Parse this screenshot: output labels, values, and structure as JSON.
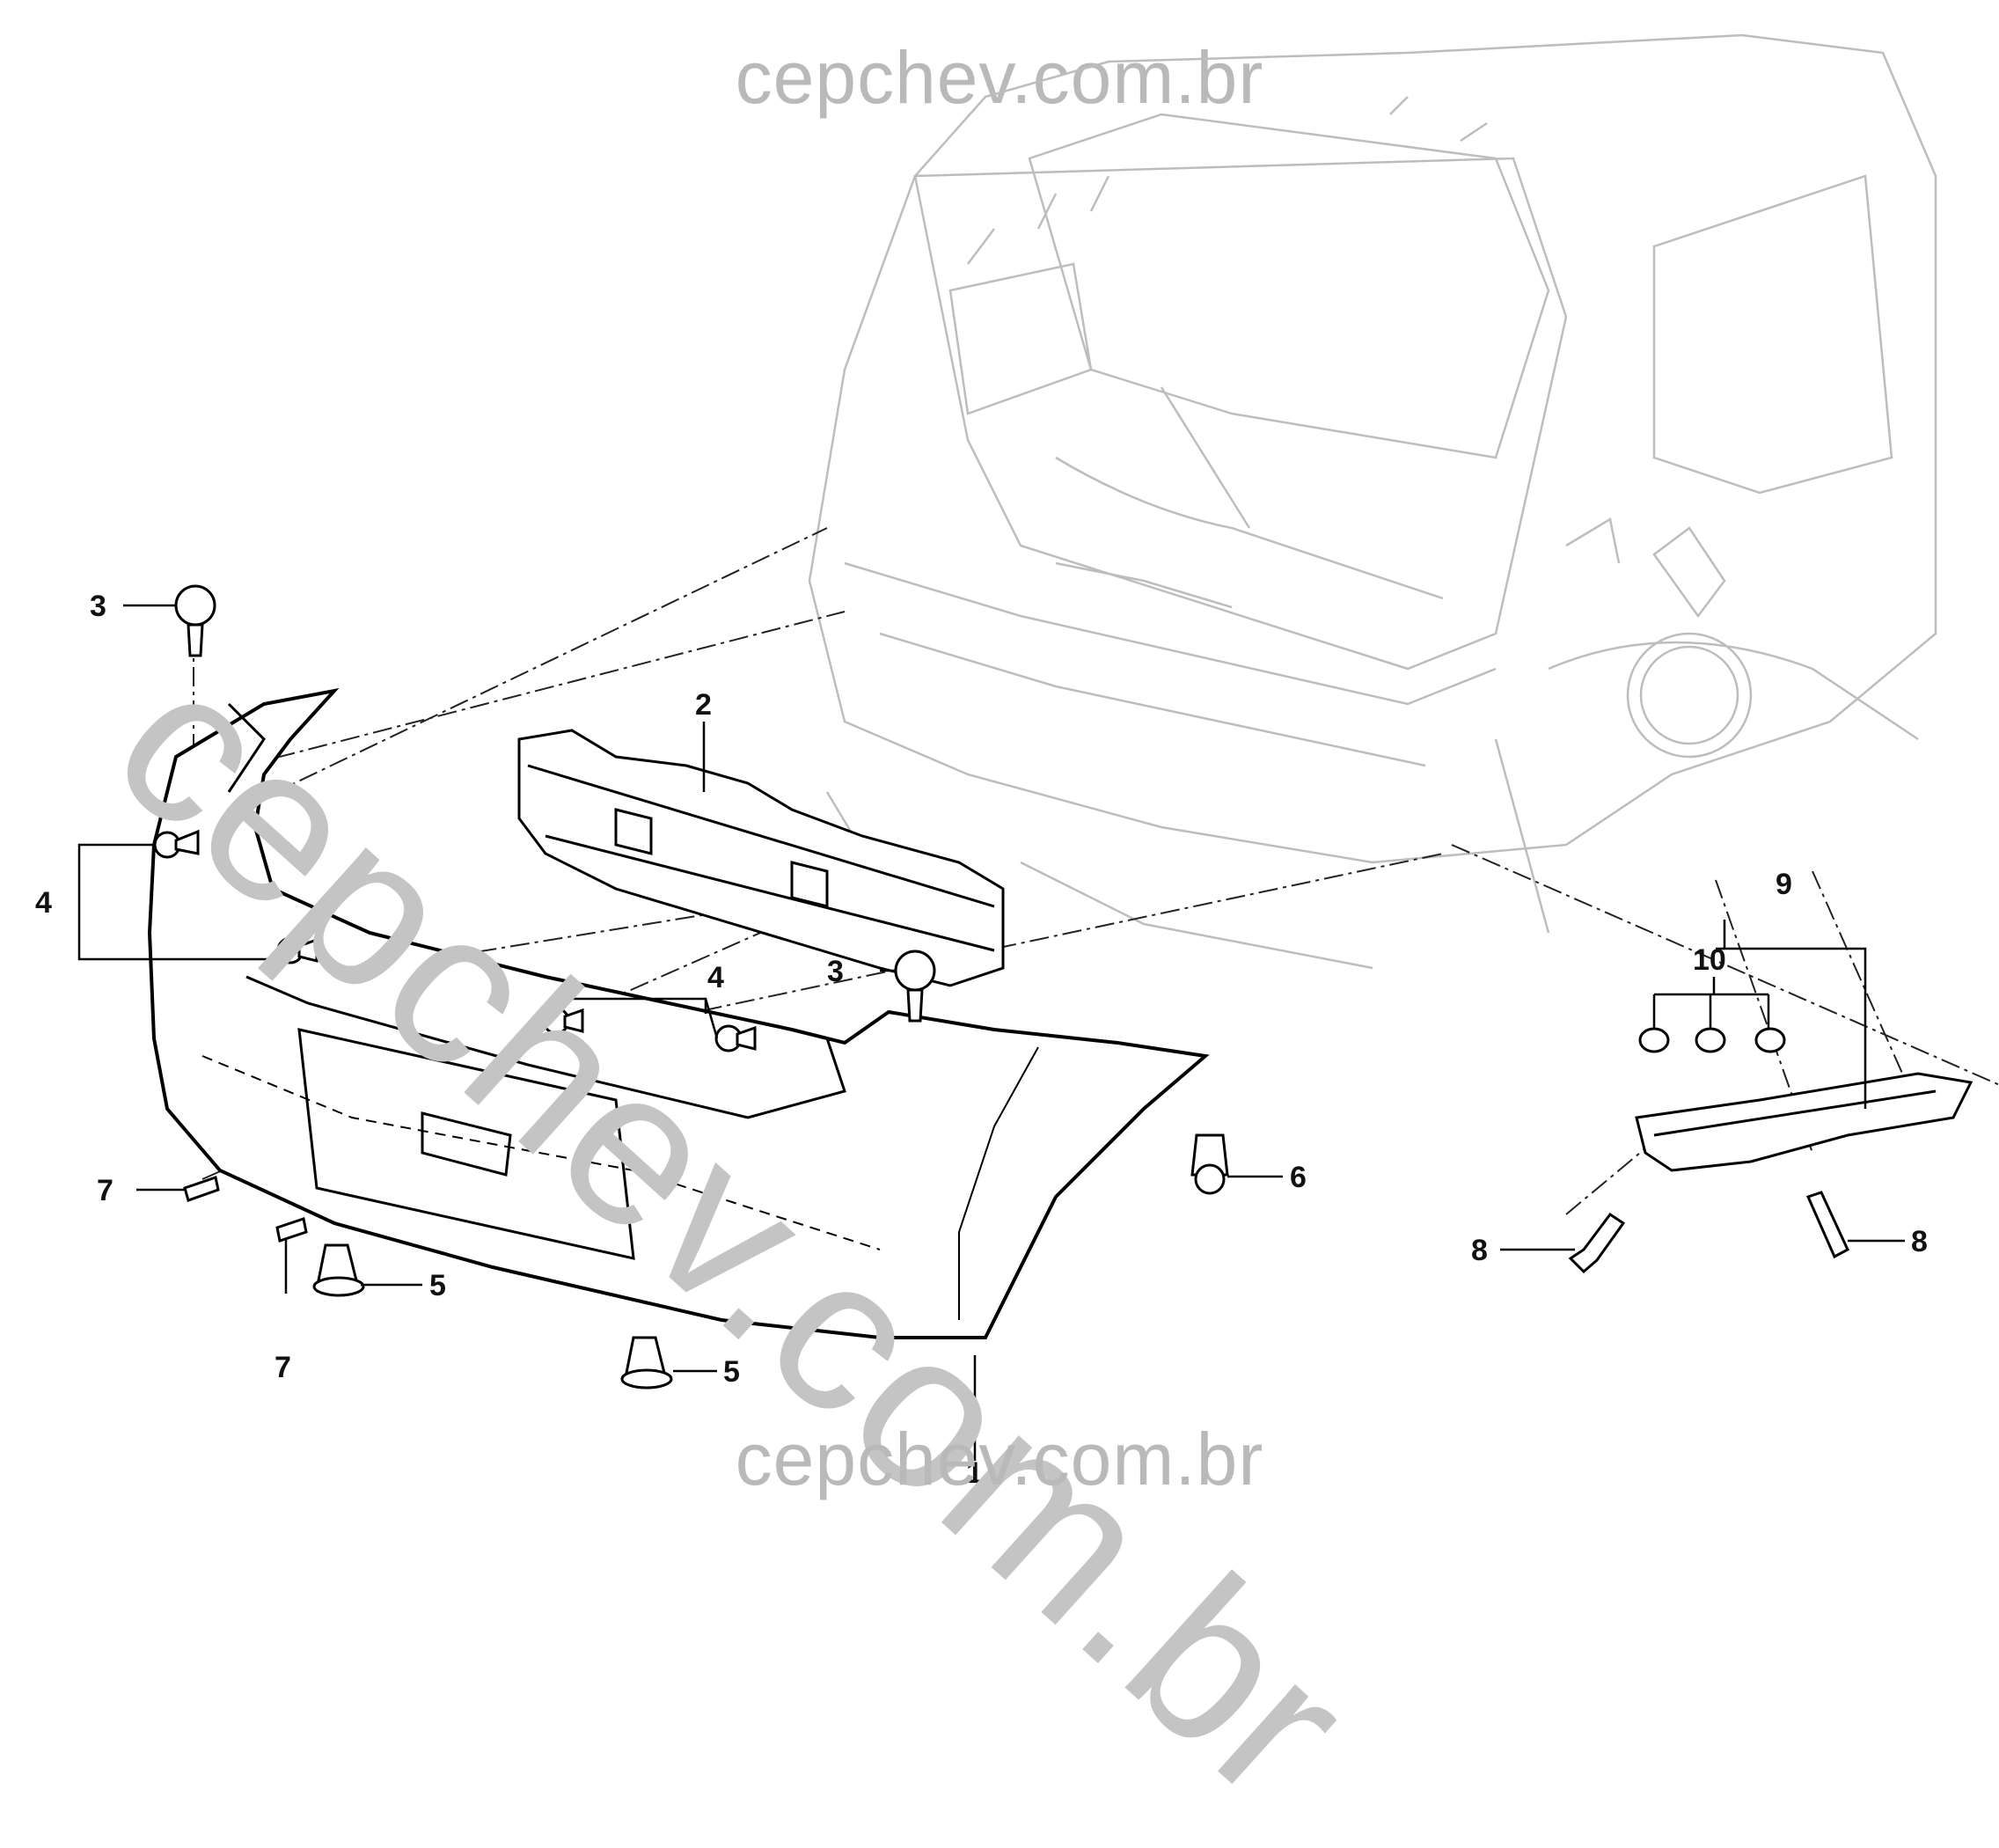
{
  "watermark": {
    "top": "cepchev.com.br",
    "diagonal": "cepchev.com.br",
    "bottom": "cepchev.com.br"
  },
  "callouts": {
    "c1": "1",
    "c2": "2",
    "c3a": "3",
    "c3b": "3",
    "c4a": "4",
    "c4b": "4",
    "c5a": "5",
    "c5b": "5",
    "c6": "6",
    "c7a": "7",
    "c7b": "7",
    "c8a": "8",
    "c8b": "8",
    "c9": "9",
    "c10": "10"
  }
}
